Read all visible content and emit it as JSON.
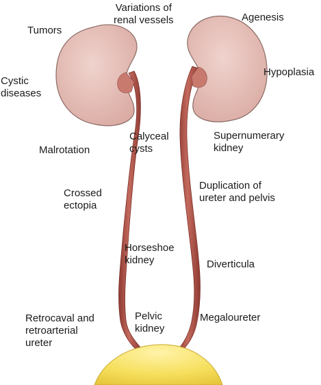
{
  "labels": {
    "variations_renal_vessels": [
      "Variations of",
      "renal vessels"
    ],
    "tumors": "Tumors",
    "agenesis": "Agenesis",
    "hypoplasia": "Hypoplasia",
    "cystic_diseases": [
      "Cystic",
      "diseases"
    ],
    "calyceal_cysts": [
      "Calyceal",
      "cysts"
    ],
    "supernumerary_kidney": [
      "Supernumerary",
      "kidney"
    ],
    "malrotation": "Malrotation",
    "crossed_ectopia": [
      "Crossed",
      "ectopia"
    ],
    "duplication_ureter_pelvis": [
      "Duplication of",
      "ureter and pelvis"
    ],
    "horseshoe_kidney": [
      "Horseshoe",
      "kidney"
    ],
    "diverticula": "Diverticula",
    "retrocaval_ureter": [
      "Retrocaval and",
      "retroarterial",
      "ureter"
    ],
    "pelvic_kidney": [
      "Pelvic",
      "kidney"
    ],
    "megaloureter": "Megaloureter"
  },
  "colors": {
    "kidney_fill": "#e7c4bd",
    "kidney_outline": "#8a6a64",
    "ureter_fill": "#b5574c",
    "bladder_fill": "#f4dc5e"
  }
}
